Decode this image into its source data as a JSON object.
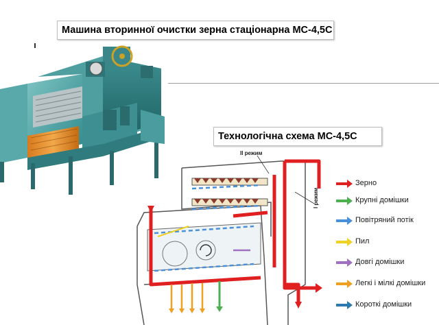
{
  "titles": {
    "main": "Машина вторинної очистки зерна стаціонарна МС-4,5С",
    "scheme": "Технологічна схема МС-4,5С"
  },
  "scheme_labels": {
    "mode_2": "II режим",
    "mode_1": "I режим"
  },
  "legend": [
    {
      "label": "Зерно",
      "color": "#e02020"
    },
    {
      "label": "Крупні домішки",
      "color": "#4caf50"
    },
    {
      "label": "Повітряний потік",
      "color": "#4a90d9"
    },
    {
      "label": "Пил",
      "color": "#f0d020"
    },
    {
      "label": "Довгі домішки",
      "color": "#a070c0"
    },
    {
      "label": "Легкі і мілкі домішки",
      "color": "#f0a020"
    },
    {
      "label": "Короткі домішки",
      "color": "#2a7ab0"
    }
  ]
}
